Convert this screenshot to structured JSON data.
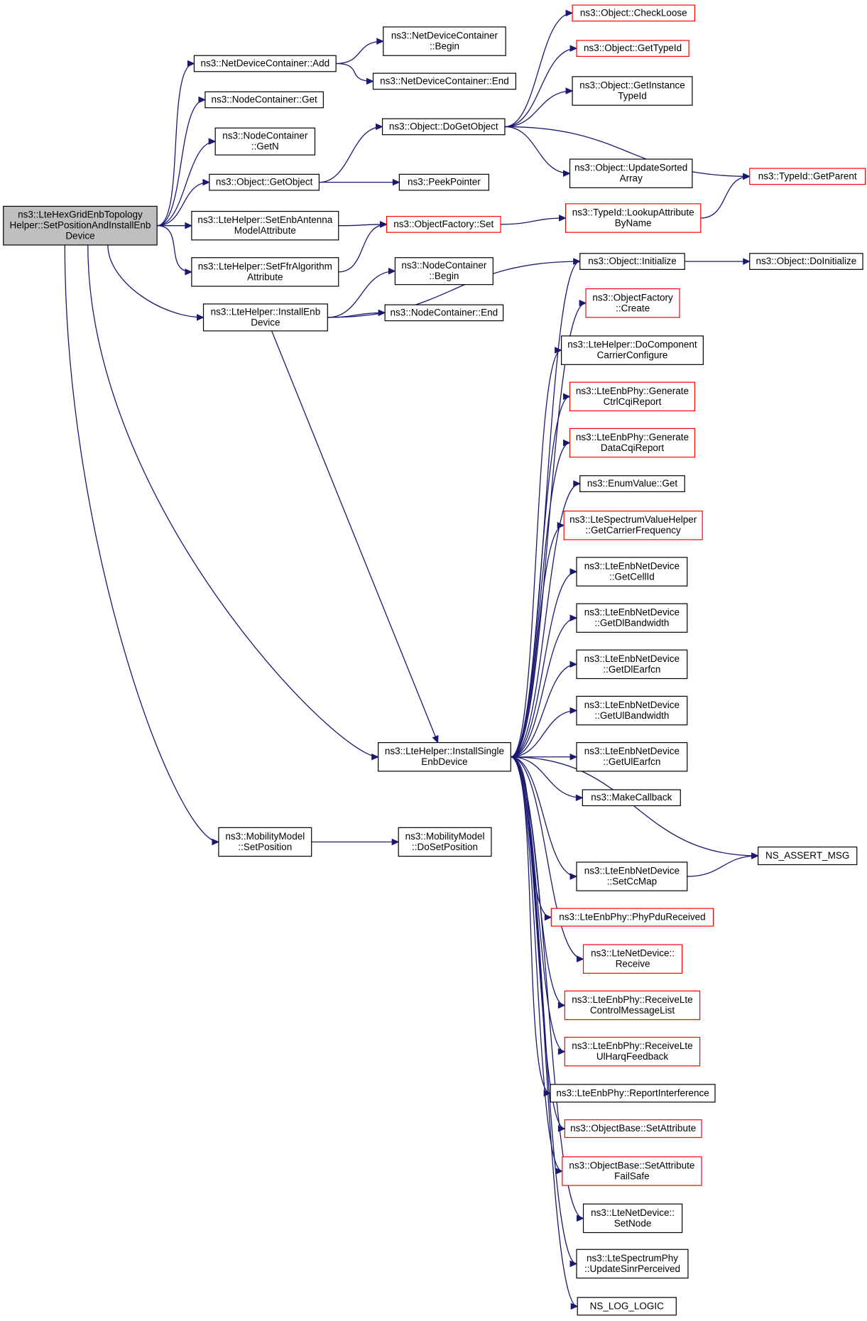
{
  "diagram": {
    "root": {
      "id": "root",
      "lines": [
        "ns3::LteHexGridEnbTopology",
        "Helper::SetPositionAndInstallEnb",
        "Device"
      ]
    },
    "nodes": [
      {
        "id": "ndc_add",
        "lines": [
          "ns3::NetDeviceContainer::Add"
        ],
        "style": "normal"
      },
      {
        "id": "ndc_begin",
        "lines": [
          "ns3::NetDeviceContainer",
          "::Begin"
        ],
        "style": "normal"
      },
      {
        "id": "ndc_end",
        "lines": [
          "ns3::NetDeviceContainer::End"
        ],
        "style": "normal"
      },
      {
        "id": "nc_get",
        "lines": [
          "ns3::NodeContainer::Get"
        ],
        "style": "normal"
      },
      {
        "id": "nc_getn",
        "lines": [
          "ns3::NodeContainer",
          "::GetN"
        ],
        "style": "normal"
      },
      {
        "id": "obj_getobject",
        "lines": [
          "ns3::Object::GetObject"
        ],
        "style": "normal"
      },
      {
        "id": "obj_dogetobject",
        "lines": [
          "ns3::Object::DoGetObject"
        ],
        "style": "normal"
      },
      {
        "id": "obj_checkloose",
        "lines": [
          "ns3::Object::CheckLoose"
        ],
        "style": "red"
      },
      {
        "id": "obj_gettypeid",
        "lines": [
          "ns3::Object::GetTypeId"
        ],
        "style": "red"
      },
      {
        "id": "obj_getinstancetypeid",
        "lines": [
          "ns3::Object::GetInstance",
          "TypeId"
        ],
        "style": "normal"
      },
      {
        "id": "obj_updatesorted",
        "lines": [
          "ns3::Object::UpdateSorted",
          "Array"
        ],
        "style": "normal"
      },
      {
        "id": "typeid_getparent",
        "lines": [
          "ns3::TypeId::GetParent"
        ],
        "style": "red"
      },
      {
        "id": "peekpointer",
        "lines": [
          "ns3::PeekPointer"
        ],
        "style": "normal"
      },
      {
        "id": "lh_setenbantenna",
        "lines": [
          "ns3::LteHelper::SetEnbAntenna",
          "ModelAttribute"
        ],
        "style": "normal"
      },
      {
        "id": "objfactory_set",
        "lines": [
          "ns3::ObjectFactory::Set"
        ],
        "style": "red"
      },
      {
        "id": "typeid_lookup",
        "lines": [
          "ns3::TypeId::LookupAttribute",
          "ByName"
        ],
        "style": "red"
      },
      {
        "id": "lh_setffr",
        "lines": [
          "ns3::LteHelper::SetFfrAlgorithm",
          "Attribute"
        ],
        "style": "normal"
      },
      {
        "id": "nc_begin",
        "lines": [
          "ns3::NodeContainer",
          "::Begin"
        ],
        "style": "normal"
      },
      {
        "id": "lh_installenb",
        "lines": [
          "ns3::LteHelper::InstallEnb",
          "Device"
        ],
        "style": "normal"
      },
      {
        "id": "nc_end",
        "lines": [
          "ns3::NodeContainer::End"
        ],
        "style": "normal"
      },
      {
        "id": "obj_initialize",
        "lines": [
          "ns3::Object::Initialize"
        ],
        "style": "normal"
      },
      {
        "id": "obj_doinitialize",
        "lines": [
          "ns3::Object::DoInitialize"
        ],
        "style": "normal"
      },
      {
        "id": "objfactory_create",
        "lines": [
          "ns3::ObjectFactory",
          "::Create"
        ],
        "style": "red"
      },
      {
        "id": "lh_docomponent",
        "lines": [
          "ns3::LteHelper::DoComponent",
          "CarrierConfigure"
        ],
        "style": "normal"
      },
      {
        "id": "phy_genctrl",
        "lines": [
          "ns3::LteEnbPhy::Generate",
          "CtrlCqiReport"
        ],
        "style": "red"
      },
      {
        "id": "phy_gendata",
        "lines": [
          "ns3::LteEnbPhy::Generate",
          "DataCqiReport"
        ],
        "style": "red"
      },
      {
        "id": "enumvalue_get",
        "lines": [
          "ns3::EnumValue::Get"
        ],
        "style": "normal"
      },
      {
        "id": "svh_getcarrier",
        "lines": [
          "ns3::LteSpectrumValueHelper",
          "::GetCarrierFrequency"
        ],
        "style": "red"
      },
      {
        "id": "nd_getcellid",
        "lines": [
          "ns3::LteEnbNetDevice",
          "::GetCellId"
        ],
        "style": "normal"
      },
      {
        "id": "nd_getdlbw",
        "lines": [
          "ns3::LteEnbNetDevice",
          "::GetDlBandwidth"
        ],
        "style": "normal"
      },
      {
        "id": "nd_getdlearfcn",
        "lines": [
          "ns3::LteEnbNetDevice",
          "::GetDlEarfcn"
        ],
        "style": "normal"
      },
      {
        "id": "nd_getulbw",
        "lines": [
          "ns3::LteEnbNetDevice",
          "::GetUlBandwidth"
        ],
        "style": "normal"
      },
      {
        "id": "lh_installsingle",
        "lines": [
          "ns3::LteHelper::InstallSingle",
          "EnbDevice"
        ],
        "style": "normal"
      },
      {
        "id": "nd_getulearfcn",
        "lines": [
          "ns3::LteEnbNetDevice",
          "::GetUlEarfcn"
        ],
        "style": "normal"
      },
      {
        "id": "makecallback",
        "lines": [
          "ns3::MakeCallback"
        ],
        "style": "normal"
      },
      {
        "id": "mm_setposition",
        "lines": [
          "ns3::MobilityModel",
          "::SetPosition"
        ],
        "style": "normal"
      },
      {
        "id": "mm_dosetposition",
        "lines": [
          "ns3::MobilityModel",
          "::DoSetPosition"
        ],
        "style": "normal"
      },
      {
        "id": "ns_assert_msg",
        "lines": [
          "NS_ASSERT_MSG"
        ],
        "style": "normal"
      },
      {
        "id": "nd_setccmap",
        "lines": [
          "ns3::LteEnbNetDevice",
          "::SetCcMap"
        ],
        "style": "normal"
      },
      {
        "id": "phy_phypdu",
        "lines": [
          "ns3::LteEnbPhy::PhyPduReceived"
        ],
        "style": "red"
      },
      {
        "id": "lnd_receive",
        "lines": [
          "ns3::LteNetDevice::",
          "Receive"
        ],
        "style": "red"
      },
      {
        "id": "phy_recvctrl",
        "lines": [
          "ns3::LteEnbPhy::ReceiveLte",
          "ControlMessageList"
        ],
        "style": "red"
      },
      {
        "id": "phy_recvul",
        "lines": [
          "ns3::LteEnbPhy::ReceiveLte",
          "UlHarqFeedback"
        ],
        "style": "red"
      },
      {
        "id": "phy_reportinterf",
        "lines": [
          "ns3::LteEnbPhy::ReportInterference"
        ],
        "style": "normal"
      },
      {
        "id": "ob_setattr",
        "lines": [
          "ns3::ObjectBase::SetAttribute"
        ],
        "style": "red"
      },
      {
        "id": "ob_setattrfailsafe",
        "lines": [
          "ns3::ObjectBase::SetAttribute",
          "FailSafe"
        ],
        "style": "red"
      },
      {
        "id": "lnd_setnode",
        "lines": [
          "ns3::LteNetDevice::",
          "SetNode"
        ],
        "style": "normal"
      },
      {
        "id": "sp_updatesinr",
        "lines": [
          "ns3::LteSpectrumPhy",
          "::UpdateSinrPerceived"
        ],
        "style": "normal"
      },
      {
        "id": "ns_log_logic",
        "lines": [
          "NS_LOG_LOGIC"
        ],
        "style": "normal"
      }
    ],
    "edges": [
      [
        "root",
        "ndc_add"
      ],
      [
        "root",
        "nc_get"
      ],
      [
        "root",
        "nc_getn"
      ],
      [
        "root",
        "obj_getobject"
      ],
      [
        "root",
        "lh_setenbantenna"
      ],
      [
        "root",
        "lh_setffr"
      ],
      [
        "root",
        "lh_installenb"
      ],
      [
        "root",
        "mm_setposition"
      ],
      [
        "root",
        "lh_installsingle"
      ],
      [
        "ndc_add",
        "ndc_begin"
      ],
      [
        "ndc_add",
        "ndc_end"
      ],
      [
        "obj_getobject",
        "obj_dogetobject"
      ],
      [
        "obj_getobject",
        "peekpointer"
      ],
      [
        "obj_dogetobject",
        "obj_checkloose"
      ],
      [
        "obj_dogetobject",
        "obj_gettypeid"
      ],
      [
        "obj_dogetobject",
        "obj_getinstancetypeid"
      ],
      [
        "obj_dogetobject",
        "obj_updatesorted"
      ],
      [
        "obj_dogetobject",
        "typeid_getparent"
      ],
      [
        "lh_setenbantenna",
        "objfactory_set"
      ],
      [
        "lh_setffr",
        "objfactory_set"
      ],
      [
        "objfactory_set",
        "typeid_lookup"
      ],
      [
        "typeid_lookup",
        "typeid_getparent"
      ],
      [
        "lh_installenb",
        "nc_begin"
      ],
      [
        "lh_installenb",
        "nc_end"
      ],
      [
        "lh_installenb",
        "obj_initialize"
      ],
      [
        "lh_installenb",
        "lh_installsingle"
      ],
      [
        "obj_initialize",
        "obj_doinitialize"
      ],
      [
        "mm_setposition",
        "mm_dosetposition"
      ],
      [
        "lh_installsingle",
        "obj_initialize"
      ],
      [
        "lh_installsingle",
        "objfactory_create"
      ],
      [
        "lh_installsingle",
        "lh_docomponent"
      ],
      [
        "lh_installsingle",
        "phy_genctrl"
      ],
      [
        "lh_installsingle",
        "phy_gendata"
      ],
      [
        "lh_installsingle",
        "enumvalue_get"
      ],
      [
        "lh_installsingle",
        "svh_getcarrier"
      ],
      [
        "lh_installsingle",
        "nd_getcellid"
      ],
      [
        "lh_installsingle",
        "nd_getdlbw"
      ],
      [
        "lh_installsingle",
        "nd_getdlearfcn"
      ],
      [
        "lh_installsingle",
        "nd_getulbw"
      ],
      [
        "lh_installsingle",
        "nd_getulearfcn"
      ],
      [
        "lh_installsingle",
        "makecallback"
      ],
      [
        "lh_installsingle",
        "ns_assert_msg"
      ],
      [
        "lh_installsingle",
        "nd_setccmap"
      ],
      [
        "lh_installsingle",
        "phy_phypdu"
      ],
      [
        "lh_installsingle",
        "lnd_receive"
      ],
      [
        "lh_installsingle",
        "phy_recvctrl"
      ],
      [
        "lh_installsingle",
        "phy_recvul"
      ],
      [
        "lh_installsingle",
        "phy_reportinterf"
      ],
      [
        "lh_installsingle",
        "ob_setattr"
      ],
      [
        "lh_installsingle",
        "ob_setattrfailsafe"
      ],
      [
        "lh_installsingle",
        "lnd_setnode"
      ],
      [
        "lh_installsingle",
        "sp_updatesinr"
      ],
      [
        "lh_installsingle",
        "ns_log_logic"
      ],
      [
        "nd_setccmap",
        "ns_assert_msg"
      ]
    ]
  }
}
